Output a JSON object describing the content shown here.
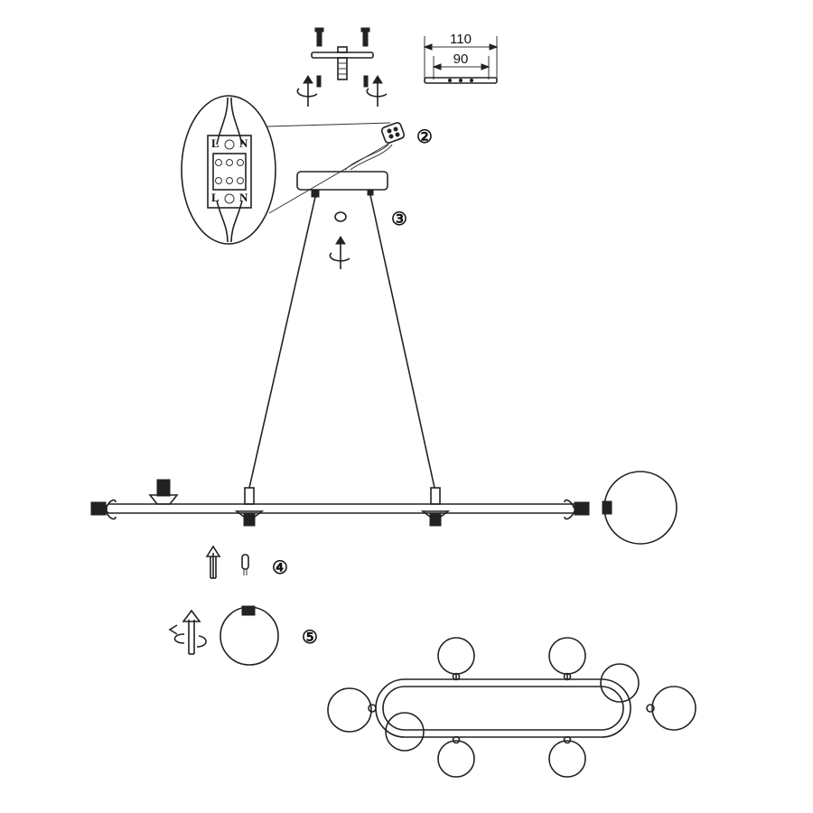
{
  "dimensions": {
    "outer": "110",
    "inner": "90"
  },
  "steps": {
    "two": "②",
    "three": "③",
    "four": "④",
    "five": "⑤"
  },
  "wiring": {
    "top_left": "L",
    "top_right": "N",
    "bottom_left": "L",
    "bottom_right": "N"
  },
  "colors": {
    "line": "#222222",
    "background": "#ffffff"
  }
}
